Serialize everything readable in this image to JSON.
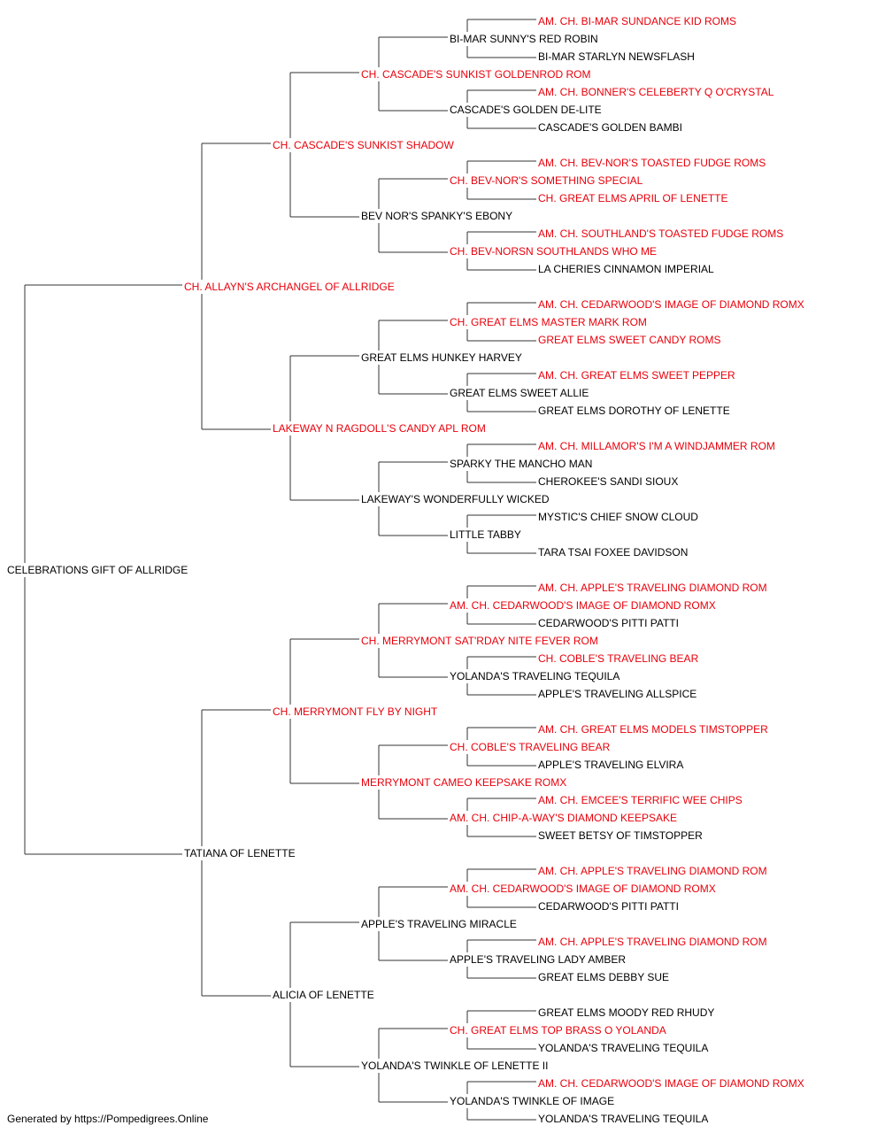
{
  "pedigree": {
    "subject": {
      "name": "CELEBRATIONS GIFT OF ALLRIDGE",
      "champion": false
    },
    "sire": {
      "name": "CH. ALLAYN'S ARCHANGEL OF ALLRIDGE",
      "champion": true
    },
    "dam": {
      "name": "TATIANA OF LENETTE",
      "champion": false
    },
    "generation_3": [
      {
        "name": "CH. CASCADE'S SUNKIST SHADOW",
        "champion": true
      },
      {
        "name": "LAKEWAY N RAGDOLL'S CANDY APL ROM",
        "champion": true
      },
      {
        "name": "CH. MERRYMONT FLY BY NIGHT",
        "champion": true
      },
      {
        "name": "ALICIA OF LENETTE",
        "champion": false
      }
    ],
    "generation_4": [
      {
        "name": "CH. CASCADE'S SUNKIST GOLDENROD ROM",
        "champion": true
      },
      {
        "name": "BEV NOR'S SPANKY'S EBONY",
        "champion": false
      },
      {
        "name": "GREAT ELMS HUNKEY HARVEY",
        "champion": false
      },
      {
        "name": "LAKEWAY'S WONDERFULLY WICKED",
        "champion": false
      },
      {
        "name": "CH. MERRYMONT SAT'RDAY NITE FEVER ROM",
        "champion": true
      },
      {
        "name": "MERRYMONT CAMEO KEEPSAKE ROMX",
        "champion": true
      },
      {
        "name": "APPLE'S TRAVELING MIRACLE",
        "champion": false
      },
      {
        "name": "YOLANDA'S TWINKLE OF LENETTE II",
        "champion": false
      }
    ],
    "generation_5": [
      {
        "name": "BI-MAR SUNNY'S RED ROBIN",
        "champion": false
      },
      {
        "name": "CASCADE'S GOLDEN DE-LITE",
        "champion": false
      },
      {
        "name": "CH. BEV-NOR'S SOMETHING SPECIAL",
        "champion": true
      },
      {
        "name": "CH. BEV-NORSN SOUTHLANDS WHO ME",
        "champion": true
      },
      {
        "name": "CH. GREAT ELMS MASTER MARK ROM",
        "champion": true
      },
      {
        "name": "GREAT ELMS SWEET ALLIE",
        "champion": false
      },
      {
        "name": "SPARKY THE MANCHO MAN",
        "champion": false
      },
      {
        "name": "LITTLE TABBY",
        "champion": false
      },
      {
        "name": "AM. CH. CEDARWOOD'S IMAGE OF DIAMOND ROMX",
        "champion": true
      },
      {
        "name": "YOLANDA'S TRAVELING TEQUILA",
        "champion": false
      },
      {
        "name": "CH. COBLE'S TRAVELING BEAR",
        "champion": true
      },
      {
        "name": "AM. CH. CHIP-A-WAY'S DIAMOND KEEPSAKE",
        "champion": true
      },
      {
        "name": "AM. CH. CEDARWOOD'S IMAGE OF DIAMOND ROMX",
        "champion": true
      },
      {
        "name": "APPLE'S TRAVELING LADY AMBER",
        "champion": false
      },
      {
        "name": "CH. GREAT ELMS TOP BRASS O YOLANDA",
        "champion": true
      },
      {
        "name": "YOLANDA'S TWINKLE OF IMAGE",
        "champion": false
      }
    ],
    "generation_6": [
      {
        "name": "AM. CH. BI-MAR SUNDANCE KID ROMS",
        "champion": true
      },
      {
        "name": "BI-MAR STARLYN NEWSFLASH",
        "champion": false
      },
      {
        "name": "AM. CH. BONNER'S CELEBERTY Q O'CRYSTAL",
        "champion": true
      },
      {
        "name": "CASCADE'S GOLDEN BAMBI",
        "champion": false
      },
      {
        "name": "AM. CH. BEV-NOR'S TOASTED FUDGE ROMS",
        "champion": true
      },
      {
        "name": "CH. GREAT ELMS APRIL OF LENETTE",
        "champion": true
      },
      {
        "name": "AM. CH. SOUTHLAND'S TOASTED FUDGE ROMS",
        "champion": true
      },
      {
        "name": "LA CHERIES CINNAMON IMPERIAL",
        "champion": false
      },
      {
        "name": "AM. CH. CEDARWOOD'S IMAGE OF DIAMOND ROMX",
        "champion": true
      },
      {
        "name": "GREAT ELMS SWEET CANDY ROMS",
        "champion": true
      },
      {
        "name": "AM. CH. GREAT ELMS SWEET PEPPER",
        "champion": true
      },
      {
        "name": "GREAT ELMS DOROTHY OF LENETTE",
        "champion": false
      },
      {
        "name": "AM. CH. MILLAMOR'S I'M A WINDJAMMER ROM",
        "champion": true
      },
      {
        "name": "CHEROKEE'S SANDI SIOUX",
        "champion": false
      },
      {
        "name": "MYSTIC'S CHIEF SNOW CLOUD",
        "champion": false
      },
      {
        "name": "TARA TSAI FOXEE DAVIDSON",
        "champion": false
      },
      {
        "name": "AM. CH. APPLE'S TRAVELING DIAMOND ROM",
        "champion": true
      },
      {
        "name": "CEDARWOOD'S PITTI PATTI",
        "champion": false
      },
      {
        "name": "CH. COBLE'S TRAVELING BEAR",
        "champion": true
      },
      {
        "name": "APPLE'S TRAVELING ALLSPICE",
        "champion": false
      },
      {
        "name": "AM. CH. GREAT ELMS MODELS TIMSTOPPER",
        "champion": true
      },
      {
        "name": "APPLE'S TRAVELING ELVIRA",
        "champion": false
      },
      {
        "name": "AM. CH. EMCEE'S TERRIFIC WEE CHIPS",
        "champion": true
      },
      {
        "name": "SWEET BETSY OF TIMSTOPPER",
        "champion": false
      },
      {
        "name": "AM. CH. APPLE'S TRAVELING DIAMOND ROM",
        "champion": true
      },
      {
        "name": "CEDARWOOD'S PITTI PATTI",
        "champion": false
      },
      {
        "name": "AM. CH. APPLE'S TRAVELING DIAMOND ROM",
        "champion": true
      },
      {
        "name": "GREAT ELMS DEBBY SUE",
        "champion": false
      },
      {
        "name": "GREAT ELMS MOODY RED RHUDY",
        "champion": false
      },
      {
        "name": "YOLANDA'S TRAVELING TEQUILA",
        "champion": false
      },
      {
        "name": "AM. CH. CEDARWOOD'S IMAGE OF DIAMOND ROMX",
        "champion": true
      },
      {
        "name": "YOLANDA'S TRAVELING TEQUILA",
        "champion": false
      }
    ]
  },
  "colors": {
    "champion_text": "#e8000b",
    "regular_text": "#000000",
    "connector_line": "#333333"
  },
  "footer": {
    "text": "Generated by https://Pompedigrees.Online"
  }
}
